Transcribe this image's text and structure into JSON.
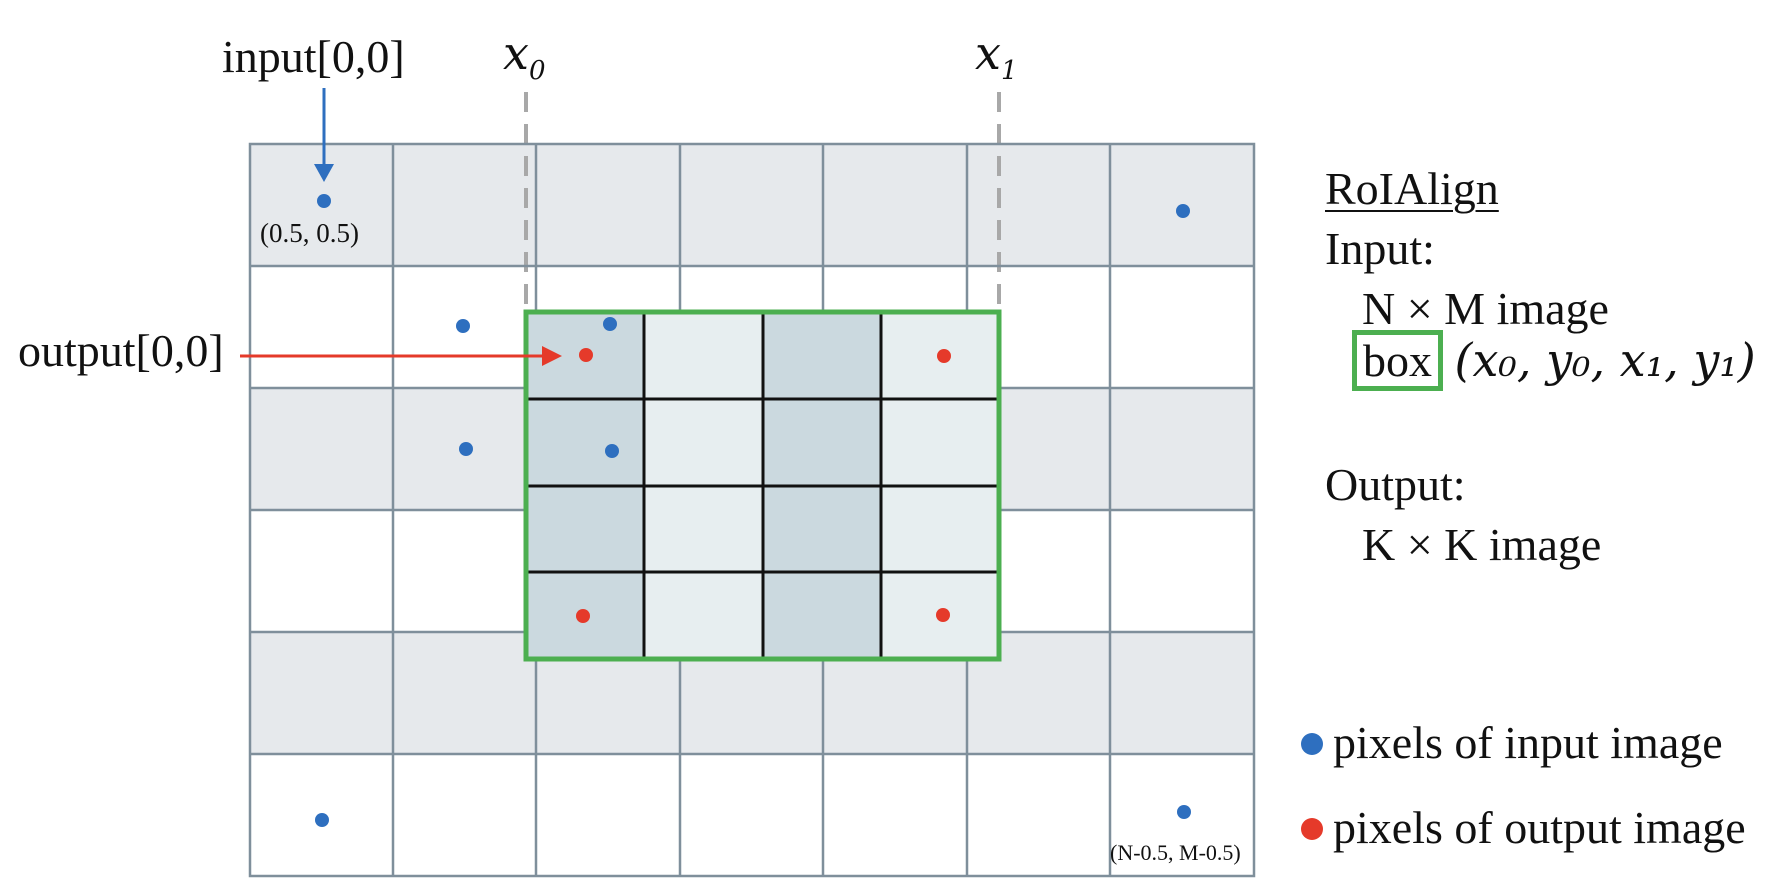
{
  "diagram": {
    "grid": {
      "cols": 7,
      "rows": 6
    },
    "labels": {
      "input_origin": "input[0,0]",
      "output_origin": "output[0,0]",
      "x0": "x",
      "x0_sub": "0",
      "x1": "x",
      "x1_sub": "1",
      "first_pixel_coord": "(0.5, 0.5)",
      "last_pixel_coord": "(N-0.5, M-0.5)"
    },
    "panel": {
      "title": "RoIAlign",
      "input_heading": "Input:",
      "input_image": "N × M image",
      "box_word": "box",
      "box_coords": "(x₀, y₀, x₁, y₁)",
      "output_heading": "Output:",
      "output_image": "K × K image"
    },
    "legend": [
      {
        "text": "pixels of input image",
        "color": "#2e6fbf"
      },
      {
        "text": "pixels of output image",
        "color": "#e53a2a"
      }
    ],
    "colors": {
      "grid_line": "#7f8f9b",
      "shaded_row": "#e6e9ec",
      "roi_border": "#4caf50",
      "roi_light": "#e7eef0",
      "roi_dark": "#cbd9df",
      "input_dot": "#2e6fbf",
      "output_dot": "#e53a2a",
      "dashed_line": "#a8a8a8"
    }
  }
}
